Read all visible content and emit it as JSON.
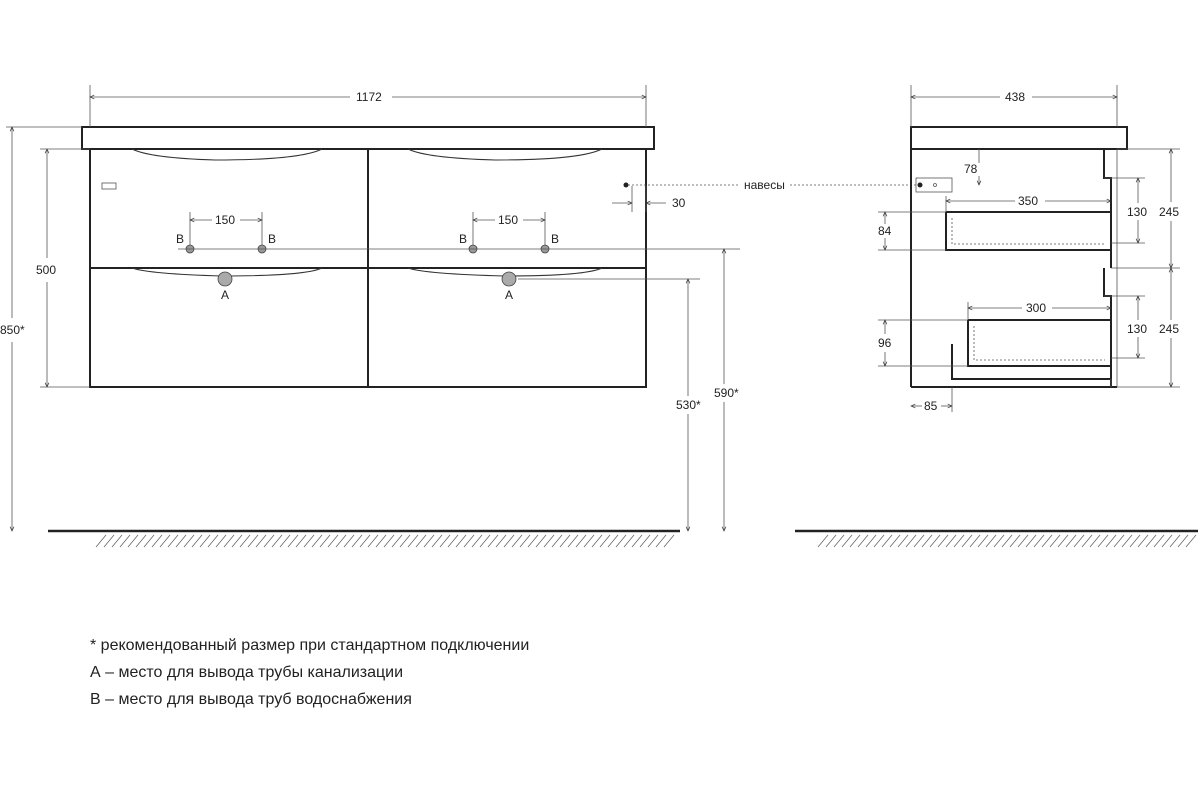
{
  "front_view": {
    "width_label": "1172",
    "height_label": "500",
    "total_height_label": "850*",
    "drain_height_label": "530*",
    "water_height_label": "590*",
    "hanger_offset_label": "30",
    "hanger_label": "навесы",
    "left_sink": {
      "spacing_label": "150",
      "point_b_left": "B",
      "point_b_right": "B",
      "point_a": "A"
    },
    "right_sink": {
      "spacing_label": "150",
      "point_b_left": "B",
      "point_b_right": "B",
      "point_a": "A"
    }
  },
  "side_view": {
    "depth_label": "438",
    "hanger_height_label": "78",
    "upper_drawer_depth_label": "350",
    "upper_drawer_height_label": "84",
    "upper_drawer_inner_label": "130",
    "upper_section_label": "245",
    "lower_drawer_depth_label": "300",
    "lower_drawer_height_label": "96",
    "lower_drawer_inner_label": "130",
    "lower_section_label": "245",
    "bottom_offset_label": "85"
  },
  "notes": {
    "recommended": "* рекомендованный размер при стандартном подключении",
    "point_a": "А – место для вывода трубы канализации",
    "point_b": "В – место для вывода труб водоснабжения"
  }
}
